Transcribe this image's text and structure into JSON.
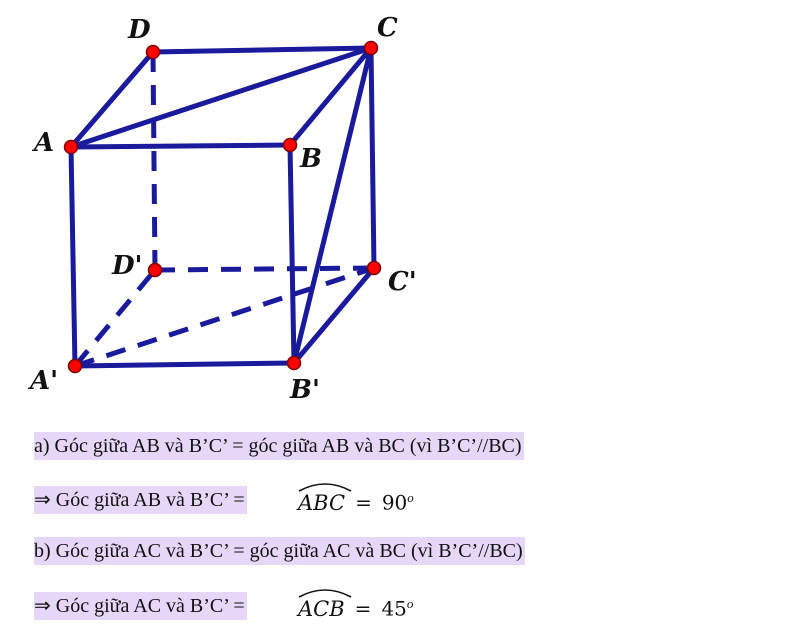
{
  "figure": {
    "vertices": {
      "A": "A",
      "B": "B",
      "C": "C",
      "D": "D",
      "A1": "A'",
      "B1": "B'",
      "C1": "C'",
      "D1": "D'"
    },
    "edge_color": "#1a1a9c",
    "vertex_color": "#ff0000"
  },
  "text": {
    "line1": "a) Góc giữa AB và B’C’ = góc giữa AB và BC (vì B’C’//BC)",
    "line2_prefix": "⇒ Góc giữa AB và B’C’ =",
    "line2_angle": "ABC",
    "line2_eq": "=",
    "line2_value": "90",
    "line2_sup": "o",
    "line3": "b) Góc giữa AC và B’C’ = góc giữa AC và BC (vì B’C’//BC)",
    "line4_prefix": "⇒ Góc giữa AC và B’C’ =",
    "line4_angle": "ACB",
    "line4_eq": "=",
    "line4_value": "45",
    "line4_sup": "o"
  },
  "highlight_color": "#e6d6f8"
}
